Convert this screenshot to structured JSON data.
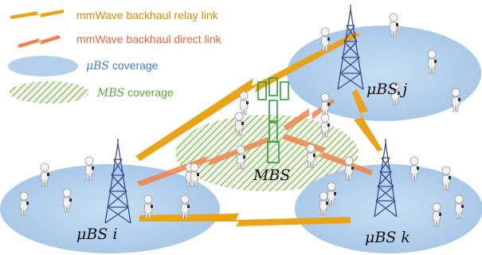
{
  "legend": {
    "relay_link": "mmWave backhaul relay link",
    "direct_link": "mmWave backhaul direct link",
    "ubs_coverage_symbol": "μBS",
    "ubs_coverage_word": " coverage",
    "mbs_coverage_symbol": "MBS",
    "mbs_coverage_word": " coverage"
  },
  "labels": {
    "mbs": "MBS",
    "ubs_i": "μBS i",
    "ubs_j": "μBS j",
    "ubs_k": "μBS k"
  },
  "colors": {
    "relay_link": "#e8a317",
    "relay_text": "#d98c00",
    "direct_link": "#f0824a",
    "direct_text": "#e8663a",
    "ubs_coverage": "#b3d1ec",
    "ubs_text": "#3f7fc8",
    "mbs_hatch": "#9bbd7a",
    "mbs_text": "#5aa63a",
    "mbs_tower": "#2e9a3a",
    "ubs_tower": "#3a4d8f"
  },
  "icons": {
    "ubs_tower": "lattice-tower-icon",
    "mbs_tower": "macro-antenna-icon",
    "user": "person-with-phone-icon"
  }
}
